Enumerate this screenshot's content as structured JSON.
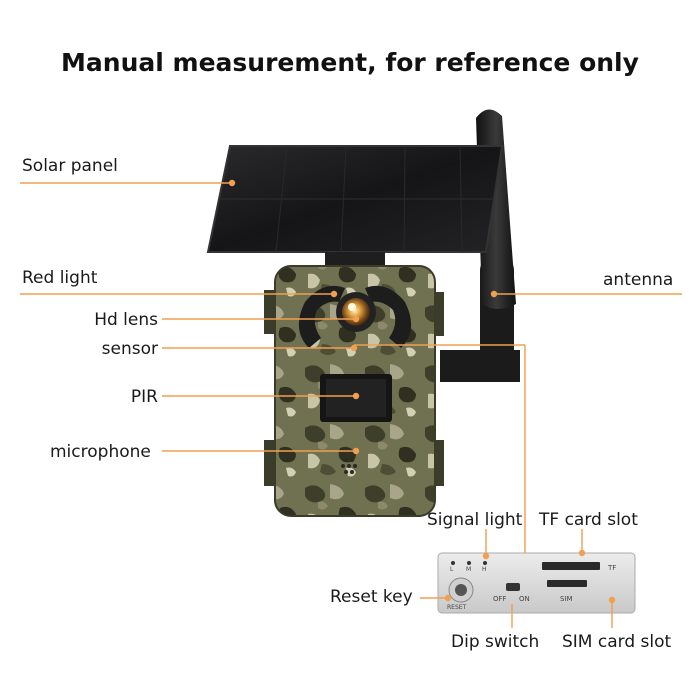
{
  "title": "Manual measurement, for reference only",
  "labels": {
    "solar_panel": "Solar panel",
    "red_light": "Red light",
    "hd_lens": "Hd lens",
    "sensor": "sensor",
    "pir": "PIR",
    "microphone": "microphone",
    "antenna": "antenna",
    "signal_light": "Signal light",
    "tf_card_slot": "TF card slot",
    "reset_key": "Reset key",
    "dip_switch": "Dip switch",
    "sim_card_slot": "SIM card slot"
  },
  "panel_text": {
    "led_l": "L",
    "led_m": "M",
    "led_h": "H",
    "reset": "RESET",
    "off": "OFF",
    "on": "ON",
    "tf": "TF",
    "sim": "SIM"
  },
  "colors": {
    "leader_line": "#f0a050",
    "camo_base": "#6f7150",
    "solar": "#1c1c1e",
    "antenna": "#1e1e1e",
    "panel": "#d8d8d8"
  }
}
